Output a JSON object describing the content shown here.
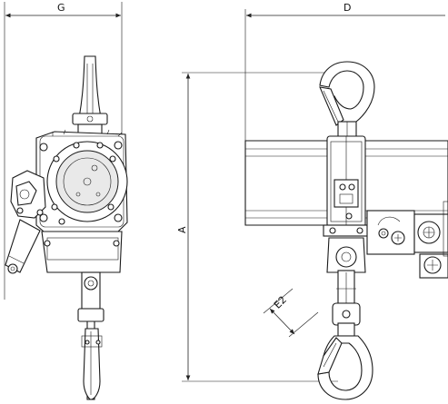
{
  "dimensions": {
    "g_label": "G",
    "d_label": "D",
    "a_label": "A",
    "e2_label": "E2"
  }
}
